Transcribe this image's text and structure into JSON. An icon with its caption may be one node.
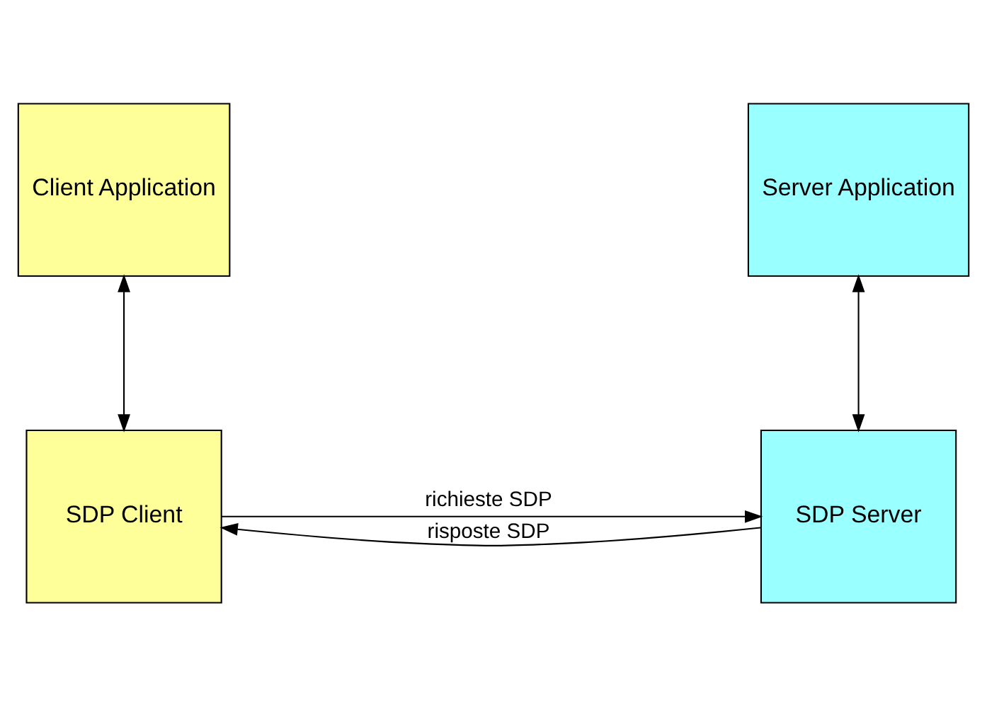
{
  "diagram": {
    "nodes": [
      {
        "text": [
          "Client Application"
        ]
      },
      {
        "text": [
          "Server Application"
        ]
      },
      {
        "text": [
          "SDP Client"
        ]
      },
      {
        "text": [
          "SDP Server"
        ]
      }
    ],
    "edges": [
      {
        "from": 0,
        "to": 2,
        "arrow": "both"
      },
      {
        "from": 1,
        "to": 3,
        "arrow": "both"
      },
      {
        "from": 2,
        "to": 3,
        "arrow": "to",
        "label": "richieste SDP"
      },
      {
        "from": 3,
        "to": 2,
        "arrow": "to",
        "label": "risposte SDP"
      }
    ]
  }
}
